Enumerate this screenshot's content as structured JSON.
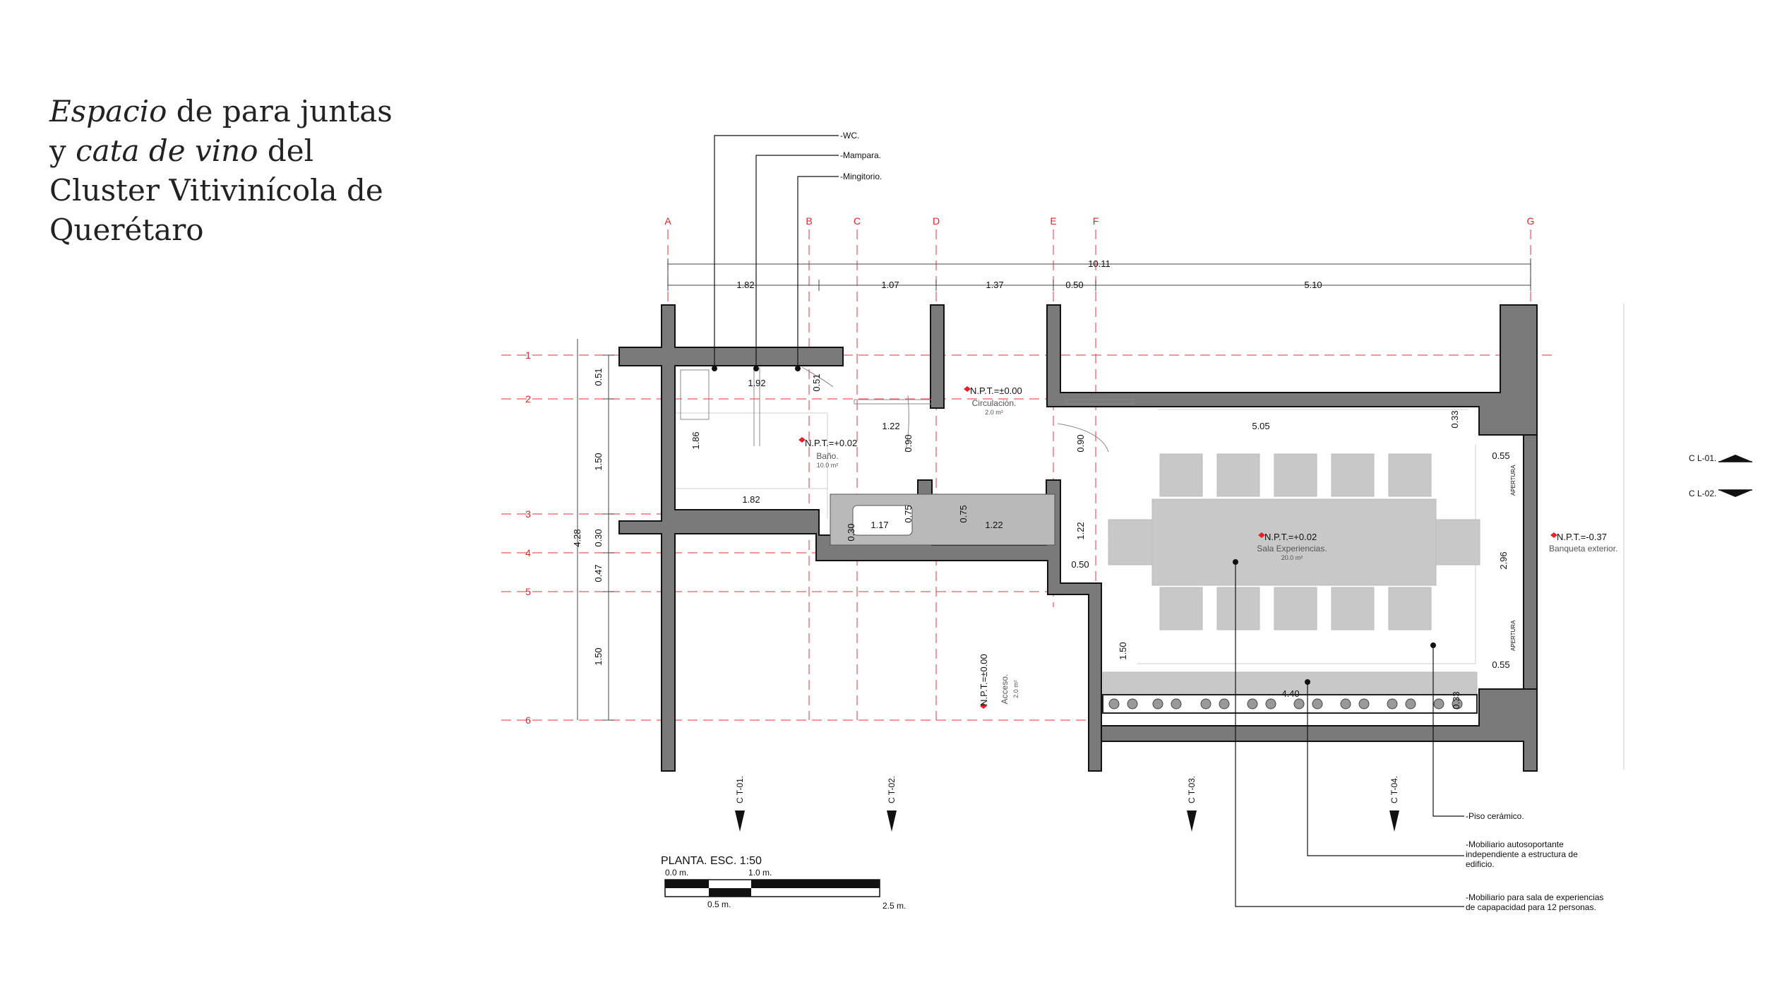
{
  "title": {
    "p1": "Espacio",
    "p2": " de para juntas y ",
    "p3": "cata de vino",
    "p4": " del Cluster Vitivinícola de Querétaro"
  },
  "grid": {
    "cols": [
      "A",
      "B",
      "C",
      "D",
      "E",
      "F",
      "G"
    ],
    "rows": [
      "1",
      "2",
      "3",
      "4",
      "5",
      "6"
    ]
  },
  "dims": {
    "total": "10.11",
    "top": [
      "1.82",
      "1.07",
      "1.37",
      "0.50",
      "5.10"
    ],
    "left": [
      "0.51",
      "1.50",
      "0.30",
      "0.47",
      "1.50"
    ],
    "left_total": "4.28",
    "inner": {
      "d192": "1.92",
      "d051": "0.51",
      "d186": "1.86",
      "d182": "1.82",
      "d122a": "1.22",
      "d090a": "0.90",
      "d030": "0.30",
      "d117": "1.17",
      "d075a": "0.75",
      "d075b": "0.75",
      "d122b": "1.22",
      "d090b": "0.90",
      "d122c": "1.22",
      "d050": "0.50",
      "d505": "5.05",
      "d033a": "0.33",
      "d055a": "0.55",
      "d296": "2.96",
      "d055b": "0.55",
      "d150": "1.50",
      "d440": "4.40",
      "d033b": "0.33"
    }
  },
  "callouts": [
    "-WC.",
    "-Mampara.",
    "-Mingitorio."
  ],
  "rooms": {
    "bano": {
      "npt": "N.P.T.=+0.02",
      "name": "Baño.",
      "area": "10.0 m²"
    },
    "circ": {
      "npt": "N.P.T.=±0.00",
      "name": "Circulación.",
      "area": "2.0 m²"
    },
    "sala": {
      "npt": "N.P.T.=+0.02",
      "name": "Sala Experiencias.",
      "area": "20.0 m²"
    },
    "banq": {
      "npt": "N.P.T.=-0.37",
      "name": "Banqueta exterior."
    },
    "acceso": {
      "npt": "N.P.T.=±0.00",
      "name": "Acceso.",
      "area": "2.0 m²"
    }
  },
  "apertura": "APERTURA",
  "sections": {
    "ct": [
      "C T-01.",
      "C T-02.",
      "C T-03.",
      "C T-04."
    ],
    "cl": [
      "C L-01.",
      "C L-02."
    ]
  },
  "notes": {
    "piso": "-Piso cerámico.",
    "mob1a": "-Mobiliario autosoportante",
    "mob1b": "independiente a estructura de",
    "mob1c": "edificio.",
    "mob2a": "-Mobiliario para sala de experiencias",
    "mob2b": "de capapacidad para 12 personas."
  },
  "scale": {
    "title": "PLANTA. ESC. 1:50",
    "l0": "0.0 m.",
    "l1": "1.0 m.",
    "l05": "0.5 m.",
    "l25": "2.5 m."
  },
  "colors": {
    "wall": "#7a7a7a",
    "furniture": "#c8c8c8",
    "axis": "#e8202a"
  }
}
